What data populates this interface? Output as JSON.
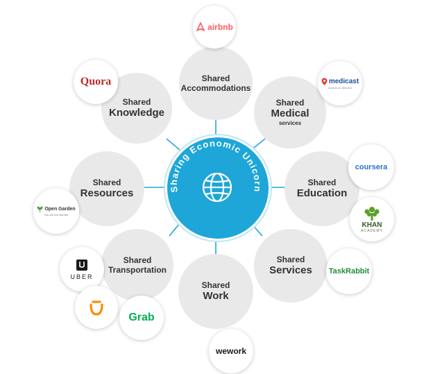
{
  "hub": {
    "ring_text": "Sharing Economic Unicorn",
    "globe_icon": "globe-icon"
  },
  "nodes": {
    "accommodations": {
      "line1": "Shared",
      "line2": "Accommodations"
    },
    "knowledge": {
      "line1": "Shared",
      "line2": "Knowledge"
    },
    "medical": {
      "line1": "Shared",
      "line2": "Medical",
      "line3": "services"
    },
    "resources": {
      "line1": "Shared",
      "line2": "Resources"
    },
    "education": {
      "line1": "Shared",
      "line2": "Education"
    },
    "transportation": {
      "line1": "Shared",
      "line2": "Transportation"
    },
    "services": {
      "line1": "Shared",
      "line2": "Services"
    },
    "work": {
      "line1": "Shared",
      "line2": "Work"
    }
  },
  "logos": {
    "airbnb": "airbnb",
    "quora": "Quora",
    "medicast": "medicast",
    "medicast_tag": "doctors on demand",
    "coursera": "coursera",
    "khan": "KHAN",
    "khan_sub": "ACADEMY",
    "open_garden": "Open Garden",
    "open_garden_tag": "You are the Internet",
    "uber": "UBER",
    "taskrabbit": "TaskRabbit",
    "grab": "Grab",
    "wework": "wework"
  },
  "colors": {
    "hub": "#1fa6d8",
    "node": "#e9e9e9",
    "connector": "#1fa6d8",
    "airbnb": "#ff5a5f",
    "quora": "#b92b27",
    "medicast": "#1a4f9c",
    "coursera": "#2a73cc",
    "khan": "#5aa02c",
    "taskrabbit": "#1f8f3a",
    "grab": "#00b14f",
    "didi": "#ff8a00",
    "open_garden": "#59b540"
  }
}
